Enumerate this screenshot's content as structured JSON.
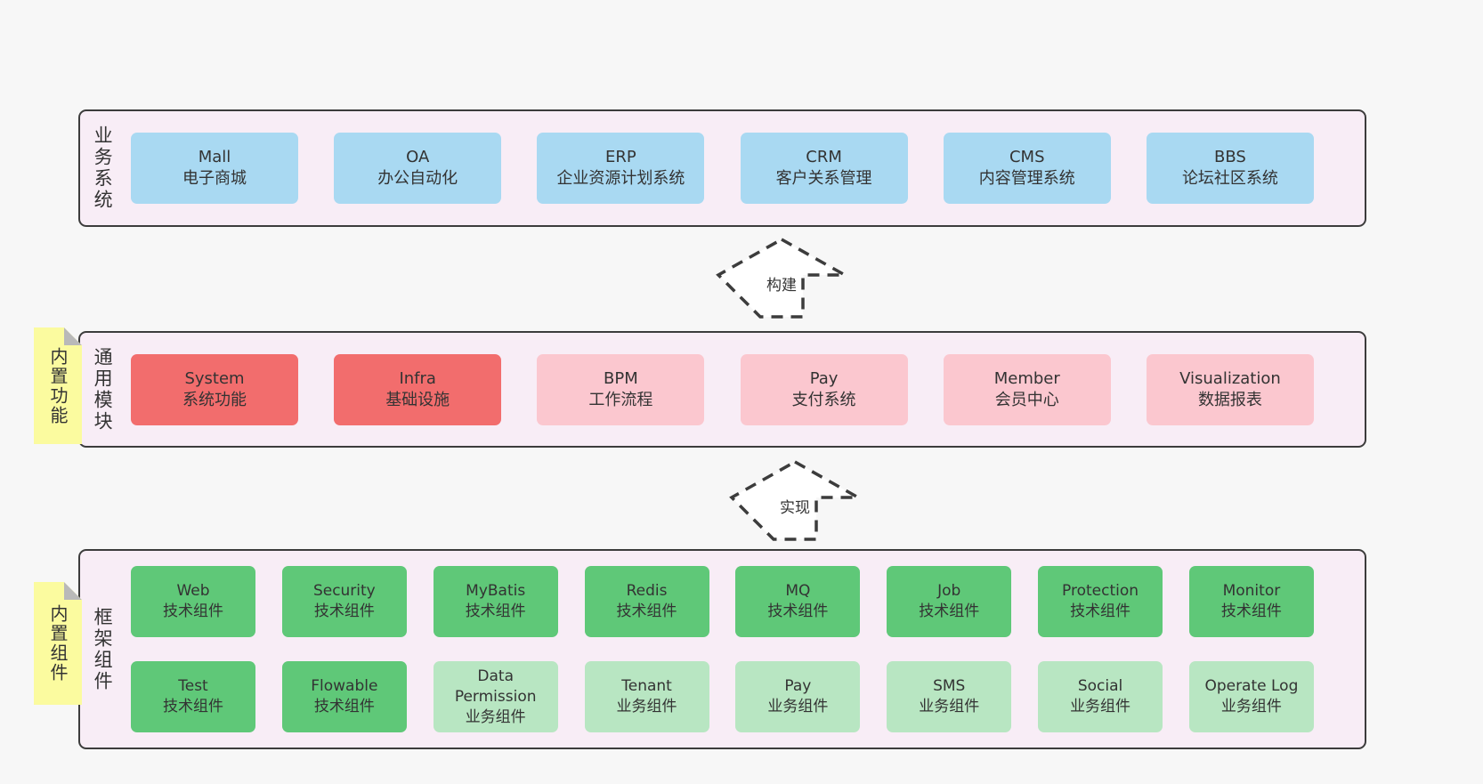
{
  "diagram": {
    "colors": {
      "page": "#f7f7f7",
      "container": "#f8edf6",
      "border": "#3c3c3c",
      "blue": "#a9d9f2",
      "red": "#f26d6d",
      "pink": "#fbc7cf",
      "green": "#5fc878",
      "lightgreen": "#b8e6c2",
      "sticky": "#fbfb9f",
      "fold": "#b9b9b9"
    },
    "arrows": [
      {
        "label": "构建"
      },
      {
        "label": "实现"
      }
    ],
    "sections": [
      {
        "label": "业务系统",
        "sticky": "",
        "rows": [
          [
            {
              "name": "Mall",
              "desc": "电子商城",
              "variant": "blue"
            },
            {
              "name": "OA",
              "desc": "办公自动化",
              "variant": "blue"
            },
            {
              "name": "ERP",
              "desc": "企业资源计划系统",
              "variant": "blue"
            },
            {
              "name": "CRM",
              "desc": "客户关系管理",
              "variant": "blue"
            },
            {
              "name": "CMS",
              "desc": "内容管理系统",
              "variant": "blue"
            },
            {
              "name": "BBS",
              "desc": "论坛社区系统",
              "variant": "blue"
            }
          ]
        ]
      },
      {
        "label": "通用模块",
        "sticky": "内置功能",
        "rows": [
          [
            {
              "name": "System",
              "desc": "系统功能",
              "variant": "red"
            },
            {
              "name": "Infra",
              "desc": "基础设施",
              "variant": "red"
            },
            {
              "name": "BPM",
              "desc": "工作流程",
              "variant": "pink"
            },
            {
              "name": "Pay",
              "desc": "支付系统",
              "variant": "pink"
            },
            {
              "name": "Member",
              "desc": "会员中心",
              "variant": "pink"
            },
            {
              "name": "Visualization",
              "desc": "数据报表",
              "variant": "pink"
            }
          ]
        ]
      },
      {
        "label": "框架组件",
        "sticky": "内置组件",
        "rows": [
          [
            {
              "name": "Web",
              "desc": "技术组件",
              "variant": "green"
            },
            {
              "name": "Security",
              "desc": "技术组件",
              "variant": "green"
            },
            {
              "name": "MyBatis",
              "desc": "技术组件",
              "variant": "green"
            },
            {
              "name": "Redis",
              "desc": "技术组件",
              "variant": "green"
            },
            {
              "name": "MQ",
              "desc": "技术组件",
              "variant": "green"
            },
            {
              "name": "Job",
              "desc": "技术组件",
              "variant": "green"
            },
            {
              "name": "Protection",
              "desc": "技术组件",
              "variant": "green"
            },
            {
              "name": "Monitor",
              "desc": "技术组件",
              "variant": "green"
            }
          ],
          [
            {
              "name": "Test",
              "desc": "技术组件",
              "variant": "green"
            },
            {
              "name": "Flowable",
              "desc": "技术组件",
              "variant": "green"
            },
            {
              "name": "Data Permission",
              "desc": "业务组件",
              "variant": "lightgreen"
            },
            {
              "name": "Tenant",
              "desc": "业务组件",
              "variant": "lightgreen"
            },
            {
              "name": "Pay",
              "desc": "业务组件",
              "variant": "lightgreen"
            },
            {
              "name": "SMS",
              "desc": "业务组件",
              "variant": "lightgreen"
            },
            {
              "name": "Social",
              "desc": "业务组件",
              "variant": "lightgreen"
            },
            {
              "name": "Operate Log",
              "desc": "业务组件",
              "variant": "lightgreen"
            }
          ]
        ]
      }
    ]
  }
}
